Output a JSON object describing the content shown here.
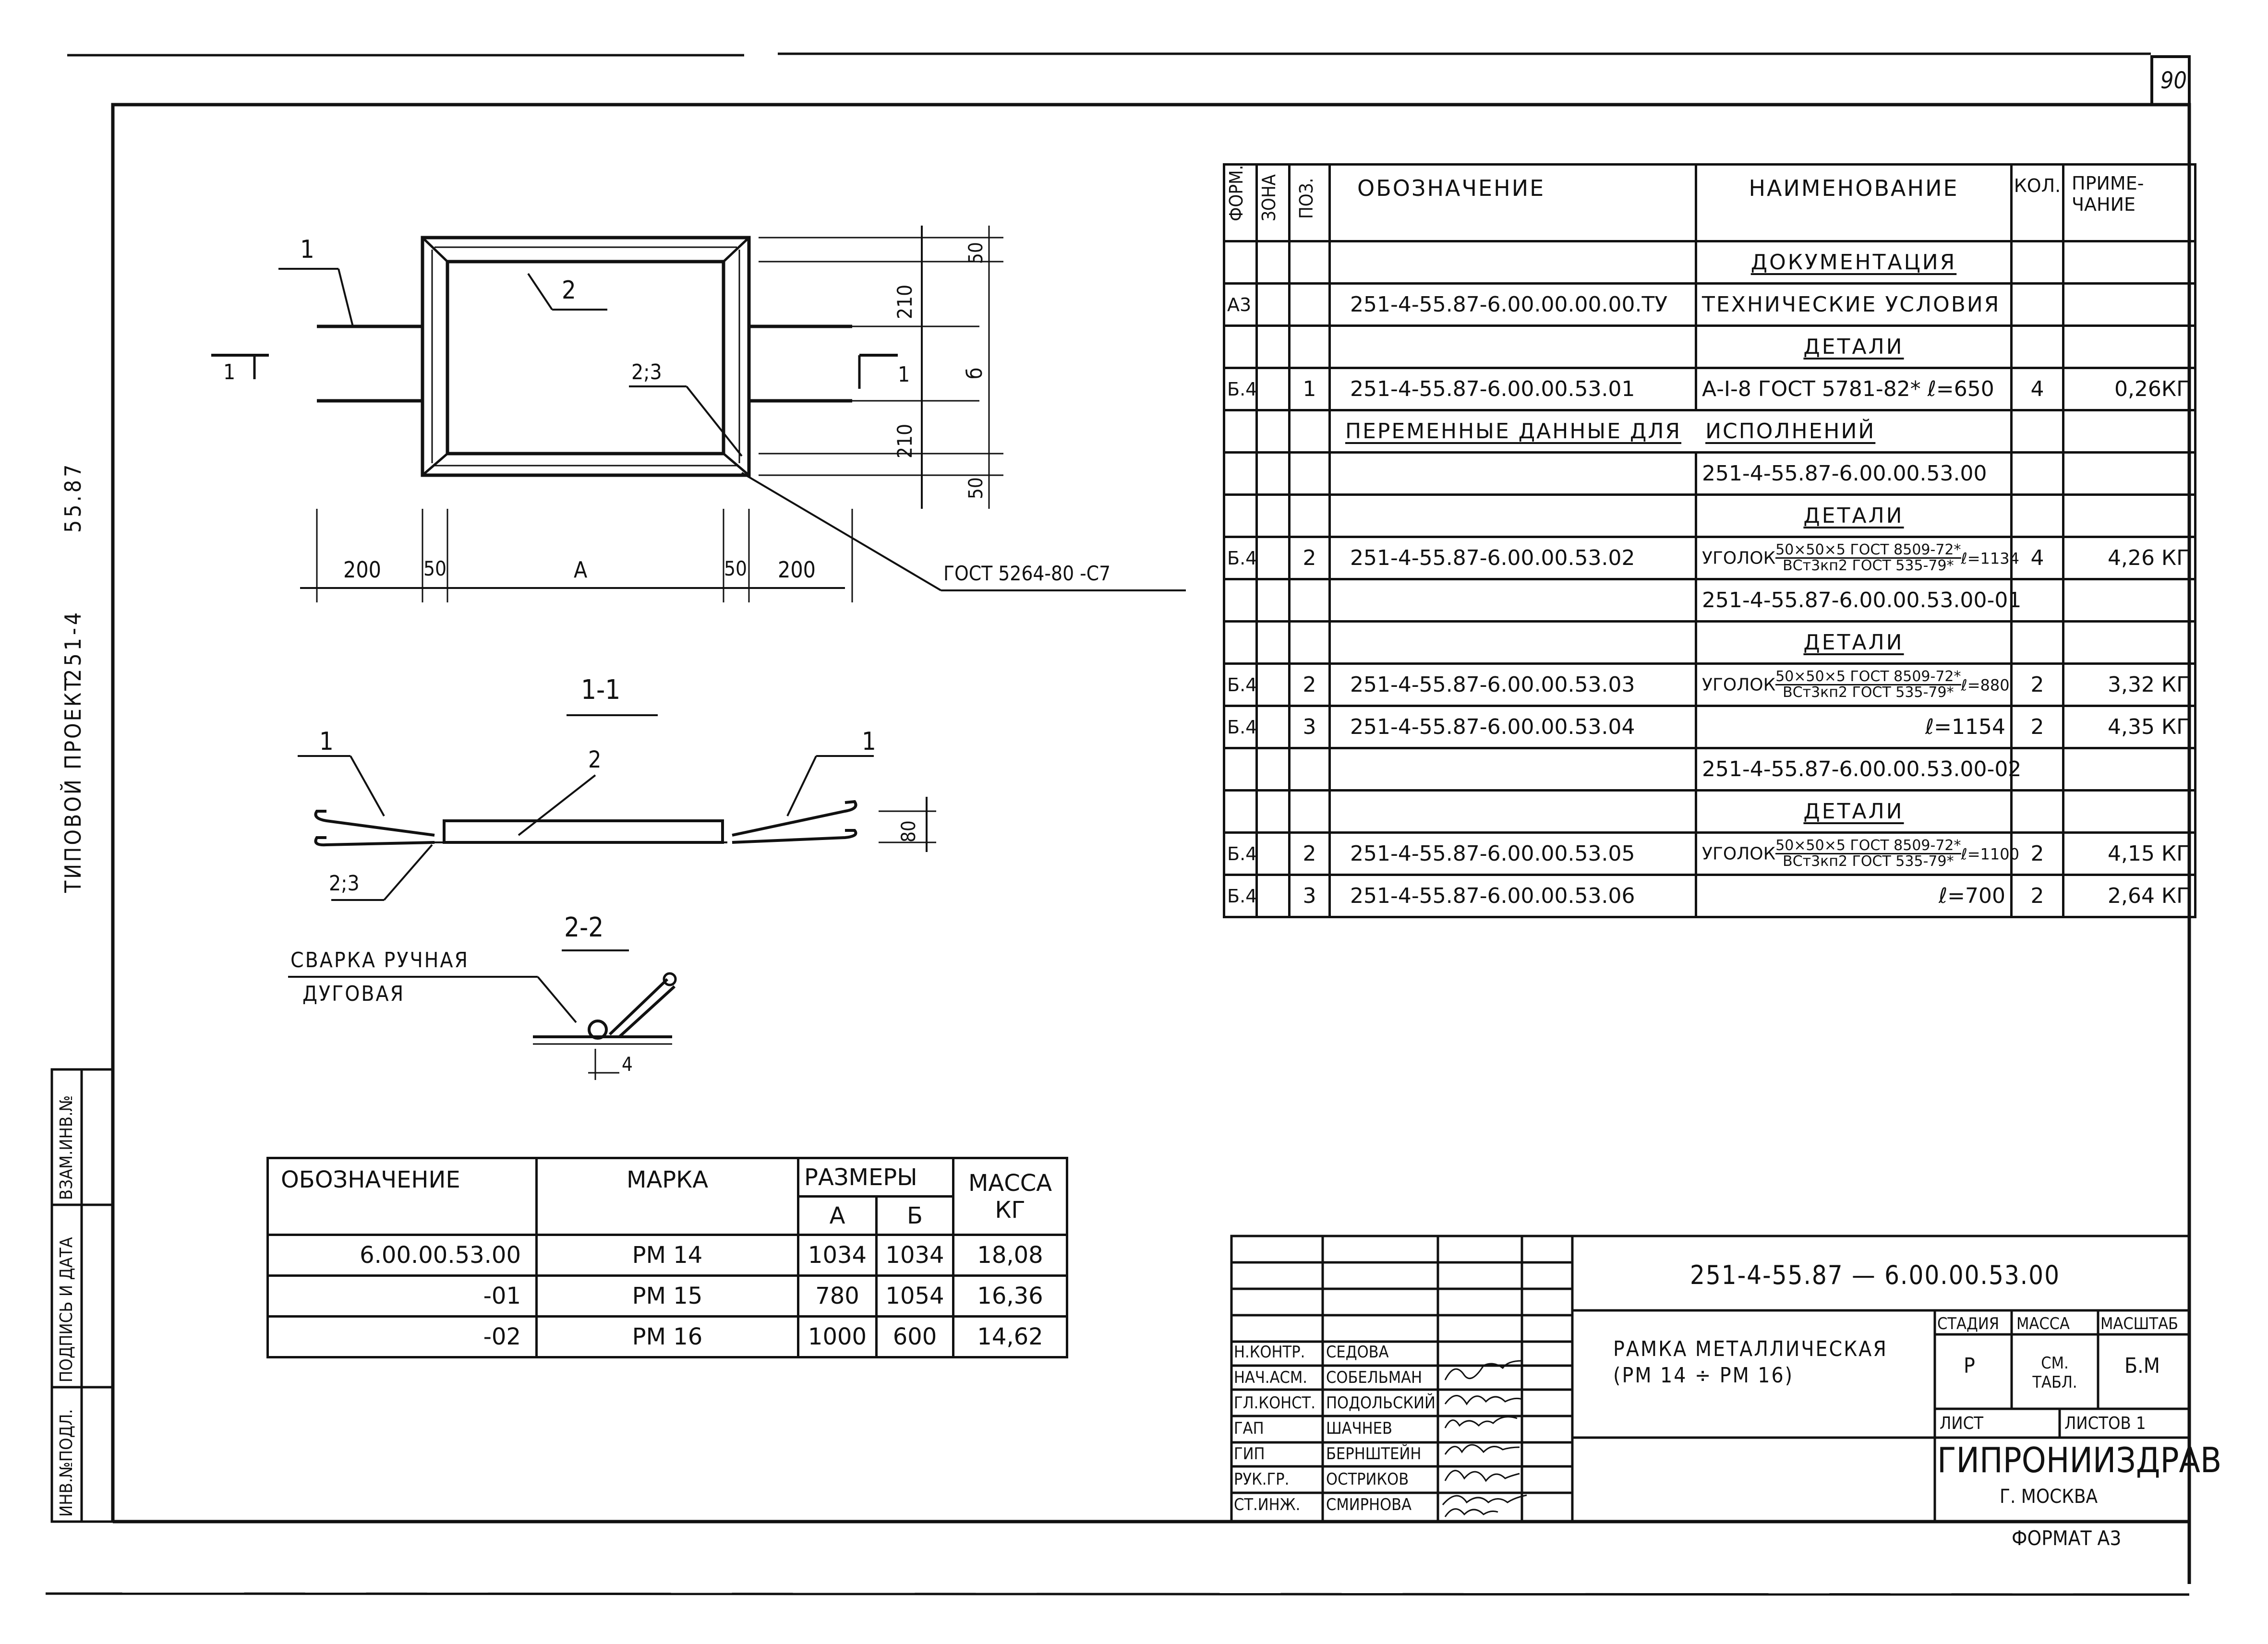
{
  "sheet_number": "90",
  "left_margin": {
    "project_title": "ТИПОВОЙ ПРОЕКТ",
    "project_code_1": "251-4",
    "project_code_2": "55.87",
    "inv_fields": [
      "ИНВ.№ПОДЛ.",
      "ПОДПИСЬ И ДАТА",
      "ВЗАМ.ИНВ.№"
    ]
  },
  "drawing": {
    "callouts": {
      "c1": "1",
      "c2": "2",
      "c23": "2;3",
      "sec_mark": "1"
    },
    "dims": {
      "d200_left": "200",
      "d50_left": "50",
      "dA": "A",
      "d50_right": "50",
      "d200_right": "200",
      "d50_top": "50",
      "d210_top": "210",
      "dB": "б",
      "d210_bot": "210",
      "d50_bot": "50",
      "d80": "80"
    },
    "weld_standard": "ГОСТ 5264-80 -С7",
    "section_1_1": "1-1",
    "section_2_2": "2-2",
    "weld_note_1": "СВАРКА РУЧНАЯ",
    "weld_note_2": "ДУГОВАЯ",
    "weld_leg": "4"
  },
  "spec_table": {
    "headers": {
      "form": "ФОРМ.",
      "zone": "ЗОНА",
      "pos": "ПОЗ.",
      "designation": "ОБОЗНАЧЕНИЕ",
      "name": "НАИМЕНОВАНИЕ",
      "qty": "КОЛ.",
      "note": "ПРИМЕ-ЧАНИЕ"
    },
    "rows": [
      {
        "form": "",
        "pos": "",
        "designation": "",
        "name": "ДОКУМЕНТАЦИЯ",
        "qty": "",
        "note": "",
        "heading": true
      },
      {
        "form": "А3",
        "pos": "",
        "designation": "251-4-55.87-6.00.00.00.00.ТУ",
        "name": "ТЕХНИЧЕСКИЕ УСЛОВИЯ",
        "qty": "",
        "note": ""
      },
      {
        "form": "",
        "pos": "",
        "designation": "",
        "name": "ДЕТАЛИ",
        "qty": "",
        "note": "",
        "heading": true
      },
      {
        "form": "Б.4",
        "pos": "1",
        "designation": "251-4-55.87-6.00.00.53.01",
        "name": "А-I-8 ГОСТ 5781-82* ℓ=650",
        "qty": "4",
        "note": "0,26КГ"
      },
      {
        "form": "",
        "pos": "",
        "designation": "ПЕРЕМЕННЫЕ ДАННЫЕ ДЛЯ",
        "name": "ИСПОЛНЕНИЙ",
        "qty": "",
        "note": "",
        "span": true
      },
      {
        "form": "",
        "pos": "",
        "designation": "",
        "name": "251-4-55.87-6.00.00.53.00",
        "qty": "",
        "note": ""
      },
      {
        "form": "",
        "pos": "",
        "designation": "",
        "name": "ДЕТАЛИ",
        "qty": "",
        "note": "",
        "heading": true
      },
      {
        "form": "Б.4",
        "pos": "2",
        "designation": "251-4-55.87-6.00.00.53.02",
        "name_pre": "УГОЛОК",
        "name_num": "50×50×5 ГОСТ 8509-72*",
        "name_den": "ВСт3кп2 ГОСТ 535-79*",
        "name_post": "ℓ=1134",
        "qty": "4",
        "note": "4,26 КГ"
      },
      {
        "form": "",
        "pos": "",
        "designation": "",
        "name": "251-4-55.87-6.00.00.53.00-01",
        "qty": "",
        "note": ""
      },
      {
        "form": "",
        "pos": "",
        "designation": "",
        "name": "ДЕТАЛИ",
        "qty": "",
        "note": "",
        "heading": true
      },
      {
        "form": "Б.4",
        "pos": "2",
        "designation": "251-4-55.87-6.00.00.53.03",
        "name_pre": "УГОЛОК",
        "name_num": "50×50×5 ГОСТ 8509-72*",
        "name_den": "ВСт3кп2 ГОСТ 535-79*",
        "name_post": "ℓ=880",
        "qty": "2",
        "note": "3,32 КГ"
      },
      {
        "form": "Б.4",
        "pos": "3",
        "designation": "251-4-55.87-6.00.00.53.04",
        "name": "ℓ=1154",
        "name_right": true,
        "qty": "2",
        "note": "4,35 КГ"
      },
      {
        "form": "",
        "pos": "",
        "designation": "",
        "name": "251-4-55.87-6.00.00.53.00-02",
        "qty": "",
        "note": ""
      },
      {
        "form": "",
        "pos": "",
        "designation": "",
        "name": "ДЕТАЛИ",
        "qty": "",
        "note": "",
        "heading": true
      },
      {
        "form": "Б.4",
        "pos": "2",
        "designation": "251-4-55.87-6.00.00.53.05",
        "name_pre": "УГОЛОК",
        "name_num": "50×50×5 ГОСТ 8509-72*",
        "name_den": "ВСт3кп2 ГОСТ 535-79*",
        "name_post": "ℓ=1100",
        "qty": "2",
        "note": "4,15 КГ"
      },
      {
        "form": "Б.4",
        "pos": "3",
        "designation": "251-4-55.87-6.00.00.53.06",
        "name": "ℓ=700",
        "name_right": true,
        "qty": "2",
        "note": "2,64 КГ"
      }
    ]
  },
  "marks_table": {
    "headers": {
      "designation": "ОБОЗНАЧЕНИЕ",
      "mark": "МАРКА",
      "sizes": "РАЗМЕРЫ",
      "a": "А",
      "b": "Б",
      "mass": "МАССА",
      "mass_unit": "КГ"
    },
    "rows": [
      {
        "designation": "6.00.00.53.00",
        "mark": "РМ 14",
        "a": "1034",
        "b": "1034",
        "mass": "18,08"
      },
      {
        "designation": "-01",
        "mark": "РМ 15",
        "a": "780",
        "b": "1054",
        "mass": "16,36"
      },
      {
        "designation": "-02",
        "mark": "РМ 16",
        "a": "1000",
        "b": "600",
        "mass": "14,62"
      }
    ]
  },
  "title_block": {
    "doc_code": "251-4-55.87 — 6.00.00.53.00",
    "title_line1": "РАМКА МЕТАЛЛИЧЕСКАЯ",
    "title_line2": "(РМ 14 ÷ РМ 16)",
    "stage_label": "СТАДИЯ",
    "stage": "Р",
    "mass_label": "МАССА",
    "mass": "СМ. ТАБЛ.",
    "scale_label": "МАСШТАБ",
    "scale": "Б.М",
    "sheet_label": "ЛИСТ",
    "sheets_label": "ЛИСТОВ 1",
    "org": "ГИПРОНИИЗДРАВ",
    "city": "Г. МОСКВА",
    "format": "ФОРМАТ А3",
    "people": [
      {
        "role": "Н.КОНТР.",
        "name": "СЕДОВА"
      },
      {
        "role": "НАЧ.АСМ.",
        "name": "СОБЕЛЬМАН"
      },
      {
        "role": "ГЛ.КОНСТ.",
        "name": "ПОДОЛЬСКИЙ"
      },
      {
        "role": "ГАП",
        "name": "ШАЧНЕВ"
      },
      {
        "role": "ГИП",
        "name": "БЕРНШТЕЙН"
      },
      {
        "role": "РУК.ГР.",
        "name": "ОСТРИКОВ"
      },
      {
        "role": "СТ.ИНЖ.",
        "name": "СМИРНОВА"
      }
    ]
  }
}
